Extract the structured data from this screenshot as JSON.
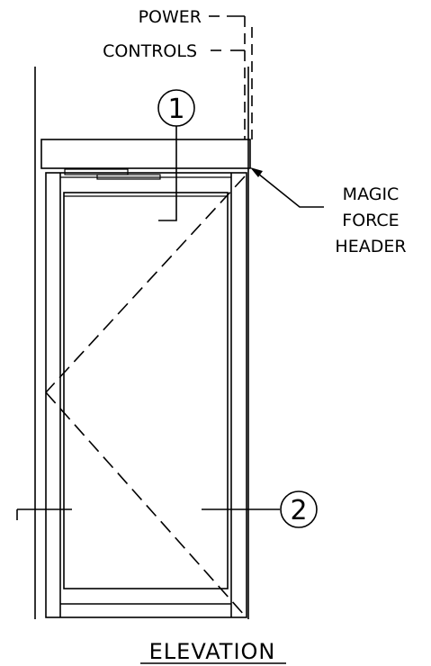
{
  "labels": {
    "power": "POWER",
    "controls": "CONTROLS",
    "header_line1": "MAGIC",
    "header_line2": "FORCE",
    "header_line3": "HEADER"
  },
  "callouts": {
    "one": "1",
    "two": "2"
  },
  "title": "ELEVATION",
  "colors": {
    "ink": "#000000",
    "paper": "#ffffff"
  }
}
